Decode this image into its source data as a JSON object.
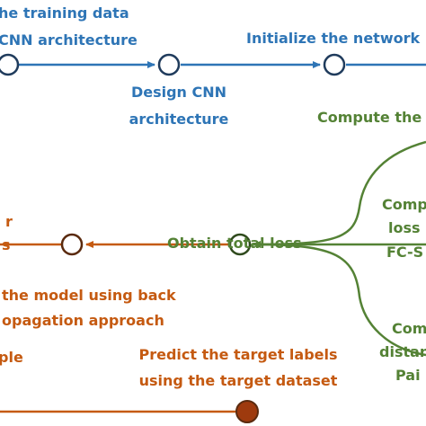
{
  "colors": {
    "blue": "#2e75b6",
    "green": "#548235",
    "orange": "#c55a11",
    "dark_red": "#9e3a0e"
  },
  "labels": {
    "prepare_data": "he training data",
    "cnn_arch_top": "CNN architecture",
    "initialize": "Initialize the network",
    "design_line1": "Design CNN",
    "design_line2": "architecture",
    "compute_the": "Compute the",
    "comp_a_line1": "Comp",
    "comp_a_line2": "loss",
    "comp_a_line3": "FC-S",
    "obtain_loss": "Obtain total loss",
    "left_r": "r",
    "left_s": "s",
    "update_line1": "the model using back",
    "update_line2": "opagation approach",
    "comp_b_line1": "Com",
    "comp_b_line2": "distanc",
    "comp_b_line3": "Pai",
    "predict_line1": "Predict the target labels",
    "predict_line2": "using the target dataset",
    "left_ple": "ple"
  }
}
